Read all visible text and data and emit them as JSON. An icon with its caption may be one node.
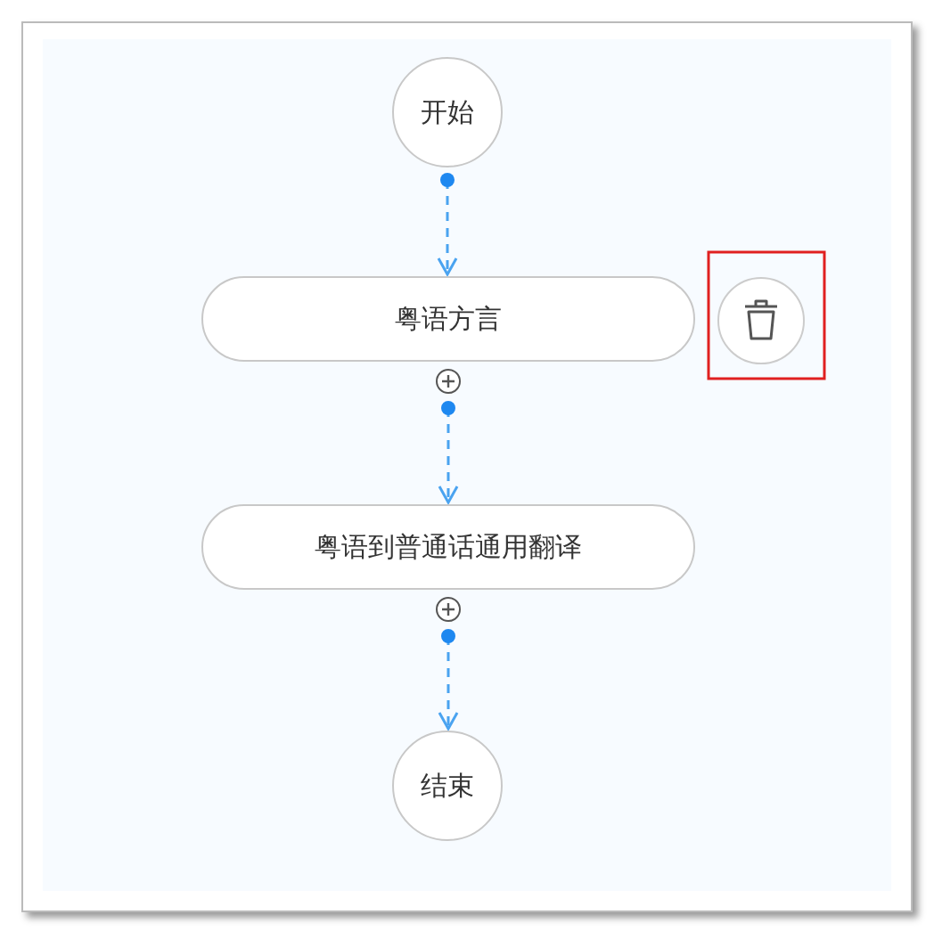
{
  "diagram": {
    "nodes": [
      {
        "text": [
          "开始"
        ]
      },
      {
        "text": [
          "粤语方言"
        ]
      },
      {
        "text": [
          "粤语到普通话通用翻译"
        ]
      },
      {
        "text": [
          "结束"
        ]
      }
    ],
    "edges": [
      {
        "from": 0,
        "to": 1,
        "arrow": "to",
        "style": "dashed"
      },
      {
        "from": 1,
        "to": 2,
        "arrow": "to",
        "style": "dashed"
      },
      {
        "from": 2,
        "to": 3,
        "arrow": "to",
        "style": "dashed"
      }
    ]
  }
}
